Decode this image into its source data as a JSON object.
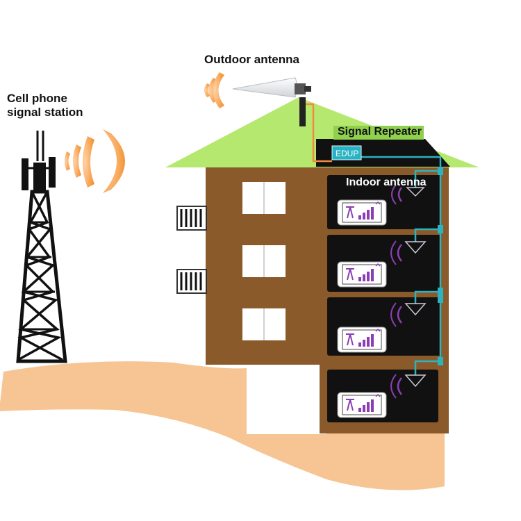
{
  "labels": {
    "outdoor_antenna": "Outdoor antenna",
    "station_line1": "Cell phone",
    "station_line2": "signal station",
    "signal_repeater": "Signal Repeater",
    "repeater_brand": "EDUP",
    "indoor_antenna": "Indoor antenna"
  },
  "colors": {
    "roof": "#b5e86e",
    "wall": "#8b5a2b",
    "ground": "#f7c593",
    "room": "#111111",
    "cable": "#2bb3c0",
    "outdoor_cable": "#f58a3c",
    "signal_waves": "#f28c28",
    "indoor_waves": "#8a3fb3",
    "repeater_box": "#28b3c5",
    "label_band": "#8fd14f"
  },
  "icons": [
    "tower-icon",
    "outdoor-antenna-icon",
    "signal-wave-icon",
    "indoor-antenna-icon",
    "phone-signal-icon",
    "window-icon",
    "balcony-icon"
  ],
  "floors": [
    "floor-4",
    "floor-3",
    "floor-2",
    "basement"
  ]
}
